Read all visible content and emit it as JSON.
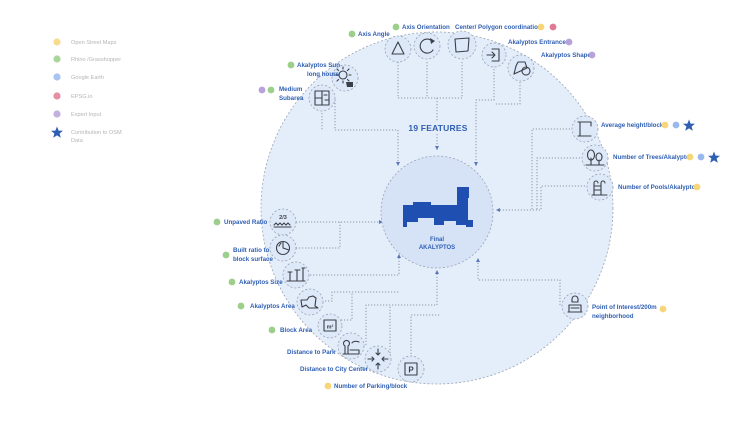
{
  "colors": {
    "osm": "#f7d67a",
    "rhino": "#9bcf8b",
    "google_earth": "#9ab8f0",
    "epsg": "#e07a94",
    "expert": "#b7a2dc",
    "star": "#2f5fb3",
    "label": "#2f5fb3",
    "big_circle": "#e4edfa",
    "center_circle": "#d6e3f7",
    "shape_blue": "#1f4fb0"
  },
  "legend": [
    {
      "key": "osm",
      "label": "Open Street Maps",
      "marker": "dot"
    },
    {
      "key": "rhino",
      "label": "Rhino /Grasshopper",
      "marker": "dot"
    },
    {
      "key": "google_earth",
      "label": "Google Earth",
      "marker": "dot"
    },
    {
      "key": "epsg",
      "label": "EPSG.io",
      "marker": "dot"
    },
    {
      "key": "expert",
      "label": "Expert Input",
      "marker": "dot"
    },
    {
      "key": "star",
      "label_lines": [
        "Contribution to OSM",
        "Data"
      ],
      "marker": "star-icon"
    }
  ],
  "center": {
    "title": "19 FEATURES",
    "final_label_1": "Final",
    "final_label_2": "AKALYPTOS"
  },
  "features": [
    {
      "id": "axis-angle",
      "label": "Axis Angle",
      "icon": "triangle-icon",
      "sources": [
        "rhino"
      ]
    },
    {
      "id": "axis-orientation",
      "label": "Axis Orientation",
      "icon": "rotate-icon",
      "sources": [
        "rhino"
      ]
    },
    {
      "id": "center-polygon",
      "label": "Center/ Polygon coordination",
      "icon": "polygon-icon",
      "sources": [
        "osm",
        "epsg"
      ]
    },
    {
      "id": "entrances",
      "label": "Akalyptos Entrances",
      "icon": "entrance-icon",
      "sources": [
        "expert"
      ]
    },
    {
      "id": "shape",
      "label": "Akalyptos Shape",
      "icon": "shapes-icon",
      "sources": [
        "expert"
      ]
    },
    {
      "id": "sun-hours",
      "label_lines": [
        "Akalyptos Sun",
        "long hours"
      ],
      "icon": "sun-icon",
      "sources": [
        "rhino"
      ]
    },
    {
      "id": "medium-subarea",
      "label_lines": [
        "Medium",
        "Subarea"
      ],
      "icon": "floorplan-icon",
      "sources": [
        "expert",
        "rhino"
      ]
    },
    {
      "id": "avg-height",
      "label": "Average height/block",
      "icon": "height-icon",
      "sources": [
        "osm",
        "google_earth"
      ],
      "star": true
    },
    {
      "id": "trees",
      "label": "Number of Trees/Akalyptos",
      "icon": "trees-icon",
      "sources": [
        "osm",
        "google_earth"
      ],
      "star": true
    },
    {
      "id": "pools",
      "label": "Number of Pools/Akalyptos",
      "icon": "pool-icon",
      "sources": [
        "osm"
      ]
    },
    {
      "id": "unpaved",
      "label": "Unpaved Ratio",
      "icon": "unpaved-icon",
      "icon_text": "2/3",
      "sources": [
        "rhino"
      ]
    },
    {
      "id": "built-ratio",
      "label_lines": [
        "Built ratio to",
        "block surface"
      ],
      "icon": "pie-icon",
      "sources": [
        "rhino"
      ]
    },
    {
      "id": "size",
      "label": "Akalyptos Size",
      "icon": "dimension-icon",
      "sources": [
        "rhino"
      ]
    },
    {
      "id": "area",
      "label": "Akalyptos Area",
      "icon": "area-shape-icon",
      "sources": [
        "rhino"
      ]
    },
    {
      "id": "block-area",
      "label": "Block Area",
      "icon": "m2-icon",
      "icon_text": "m²",
      "sources": [
        "rhino"
      ]
    },
    {
      "id": "park",
      "label": "Distance to Park",
      "icon": "park-icon",
      "sources": []
    },
    {
      "id": "city-center",
      "label": "Distance to City Center",
      "icon": "arrows-in-icon",
      "sources": []
    },
    {
      "id": "parking",
      "label": "Number of Parking/block",
      "icon": "parking-icon",
      "icon_text": "P",
      "sources": [
        "osm"
      ]
    },
    {
      "id": "poi",
      "label_lines": [
        "Point of Interest/200m",
        "neighborhood"
      ],
      "icon": "poi-icon",
      "sources": [
        "osm"
      ]
    }
  ]
}
